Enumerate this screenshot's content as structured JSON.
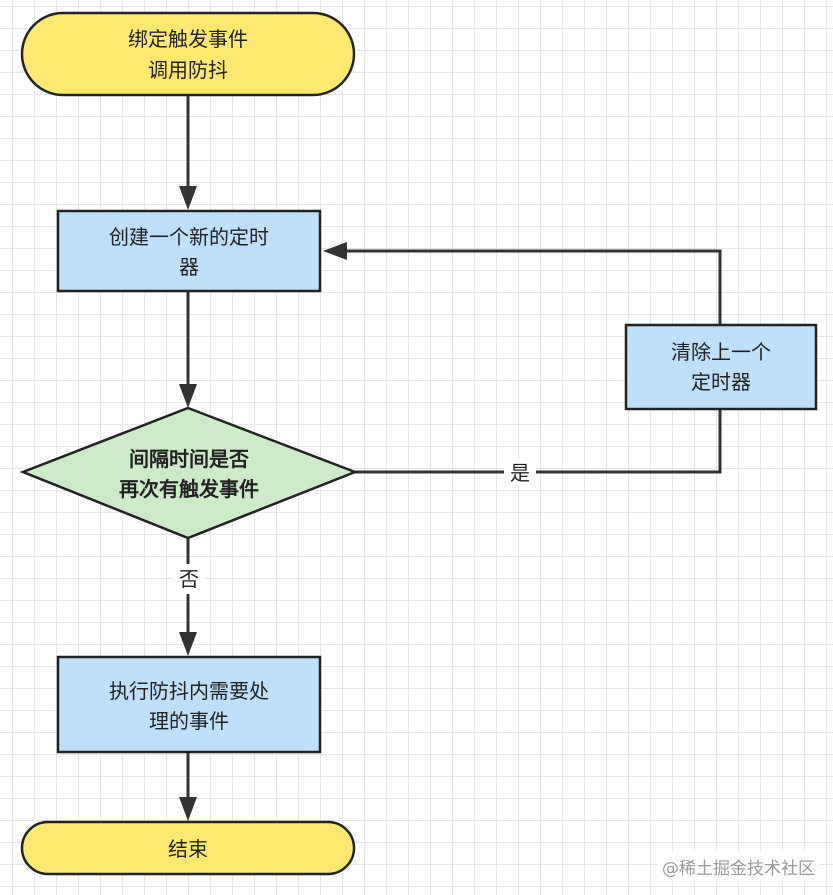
{
  "nodes": {
    "start": {
      "line1": "绑定触发事件",
      "line2": "调用防抖",
      "fill": "#ffe970",
      "stroke": "#222222"
    },
    "create_timer": {
      "line1": "创建一个新的定时",
      "line2": "器",
      "fill": "#bfe0fb",
      "stroke": "#222222"
    },
    "decision": {
      "line1": "间隔时间是否",
      "line2": "再次有触发事件",
      "fill": "#cdebc9",
      "stroke": "#222222"
    },
    "clear_timer": {
      "line1": "清除上一个",
      "line2": "定时器",
      "fill": "#bfe0fb",
      "stroke": "#222222"
    },
    "execute": {
      "line1": "执行防抖内需要处",
      "line2": "理的事件",
      "fill": "#bfe0fb",
      "stroke": "#222222"
    },
    "end": {
      "line1": "结束",
      "fill": "#ffe970",
      "stroke": "#222222"
    }
  },
  "edges": {
    "yes_label": "是",
    "no_label": "否"
  },
  "watermark": "@稀土掘金技术社区",
  "colors": {
    "line": "#333333",
    "text": "#222222"
  }
}
